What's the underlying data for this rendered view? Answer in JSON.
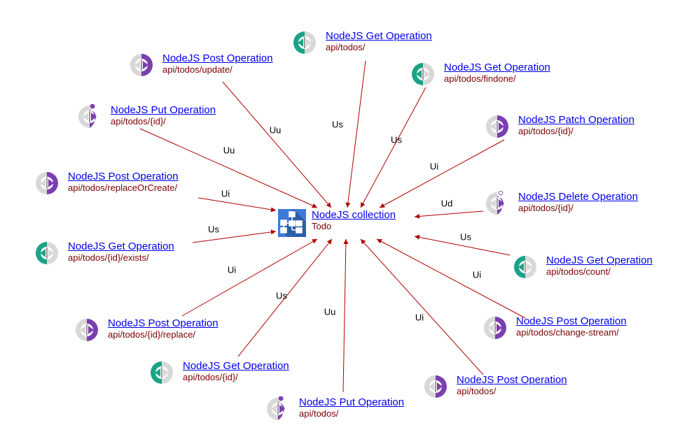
{
  "colors": {
    "edge": "#b00000",
    "link": "#0000ee",
    "subtitle": "#7a0000",
    "get": "#1aa386",
    "write": "#7b3fb0",
    "neutral": "#d8d8d8",
    "collection": "#3d7bd9"
  },
  "center": {
    "title": "NodeJS collection",
    "subtitle": "Todo",
    "icon": "collection-icon"
  },
  "nodes": [
    {
      "id": "n1",
      "type": "get",
      "title": "NodeJS Get Operation",
      "subtitle": "api/todos/",
      "edge_label": "Us"
    },
    {
      "id": "n2",
      "type": "post",
      "title": "NodeJS Post Operation",
      "subtitle": "api/todos/update/",
      "edge_label": "Uu"
    },
    {
      "id": "n3",
      "type": "get",
      "title": "NodeJS Get Operation",
      "subtitle": "api/todos/findone/",
      "edge_label": "Us"
    },
    {
      "id": "n4",
      "type": "put",
      "title": "NodeJS Put Operation",
      "subtitle": "api/todos/{id}/",
      "edge_label": "Uu"
    },
    {
      "id": "n5",
      "type": "post",
      "title": "NodeJS Patch Operation",
      "subtitle": "api/todos/{id}/",
      "edge_label": "Ui"
    },
    {
      "id": "n6",
      "type": "post",
      "title": "NodeJS Post Operation",
      "subtitle": "api/todos/replaceOrCreate/",
      "edge_label": "Ui"
    },
    {
      "id": "n7",
      "type": "delete",
      "title": "NodeJS Delete Operation",
      "subtitle": "api/todos/{id}/",
      "edge_label": "Ud"
    },
    {
      "id": "n8",
      "type": "get",
      "title": "NodeJS Get Operation",
      "subtitle": "api/todos/{id}/exists/",
      "edge_label": "Us"
    },
    {
      "id": "n9",
      "type": "get",
      "title": "NodeJS Get Operation",
      "subtitle": "api/todos/count/",
      "edge_label": "Us"
    },
    {
      "id": "n10",
      "type": "post",
      "title": "NodeJS Post Operation",
      "subtitle": "api/todos/{id}/replace/",
      "edge_label": "Ui"
    },
    {
      "id": "n11",
      "type": "post",
      "title": "NodeJS Post Operation",
      "subtitle": "api/todos/change-stream/",
      "edge_label": "Ui"
    },
    {
      "id": "n12",
      "type": "get",
      "title": "NodeJS Get Operation",
      "subtitle": "api/todos/{id}/",
      "edge_label": "Us"
    },
    {
      "id": "n13",
      "type": "post",
      "title": "NodeJS Post Operation",
      "subtitle": "api/todos/",
      "edge_label": "Ui"
    },
    {
      "id": "n14",
      "type": "put",
      "title": "NodeJS Put Operation",
      "subtitle": "api/todos/",
      "edge_label": "Uu"
    }
  ]
}
